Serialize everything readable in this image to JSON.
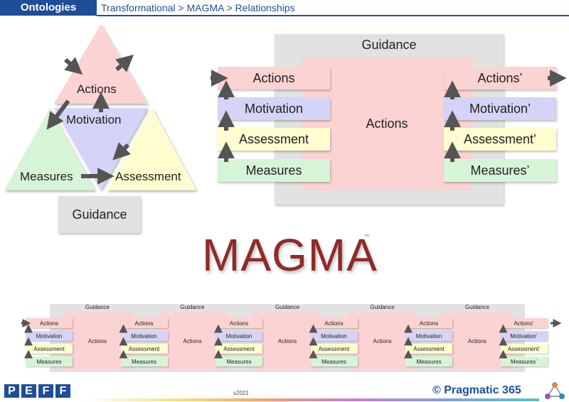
{
  "header": {
    "tab": "Ontologies",
    "breadcrumb": "Transformational > MAGMA > Relationships"
  },
  "triangle": {
    "actions": "Actions",
    "motivation": "Motivation",
    "measures": "Measures",
    "assessment": "Assessment",
    "guidance": "Guidance"
  },
  "big_diagram": {
    "guidance": "Guidance",
    "actions_center": "Actions",
    "left": [
      "Actions",
      "Motivation",
      "Assessment",
      "Measures"
    ],
    "right": [
      "Actions’",
      "Motivation’",
      "Assessment’",
      "Measures’"
    ]
  },
  "title": {
    "text": "MAGMA",
    "tm": "™"
  },
  "mini": {
    "guidance": "Guidance",
    "actions_center": "Actions",
    "left": [
      "Actions",
      "Motivation",
      "Assessment",
      "Measures"
    ],
    "right_last": [
      "Actions’",
      "Motivation’",
      "Assessment’",
      "Measures’"
    ]
  },
  "footer": {
    "version": "v2021",
    "brand": "© Pragmatic 365",
    "logo_letters": [
      "P",
      "E",
      "F",
      "F"
    ]
  },
  "colors": {
    "actions": "#fcd3d3",
    "motivation": "#d4d4f9",
    "assessment": "#fdfdcf",
    "measures": "#d6f5d6",
    "guidance": "#e2e2e2",
    "arrow": "#555555",
    "header": "#1f4e99",
    "magma": "#8e2b2b"
  }
}
